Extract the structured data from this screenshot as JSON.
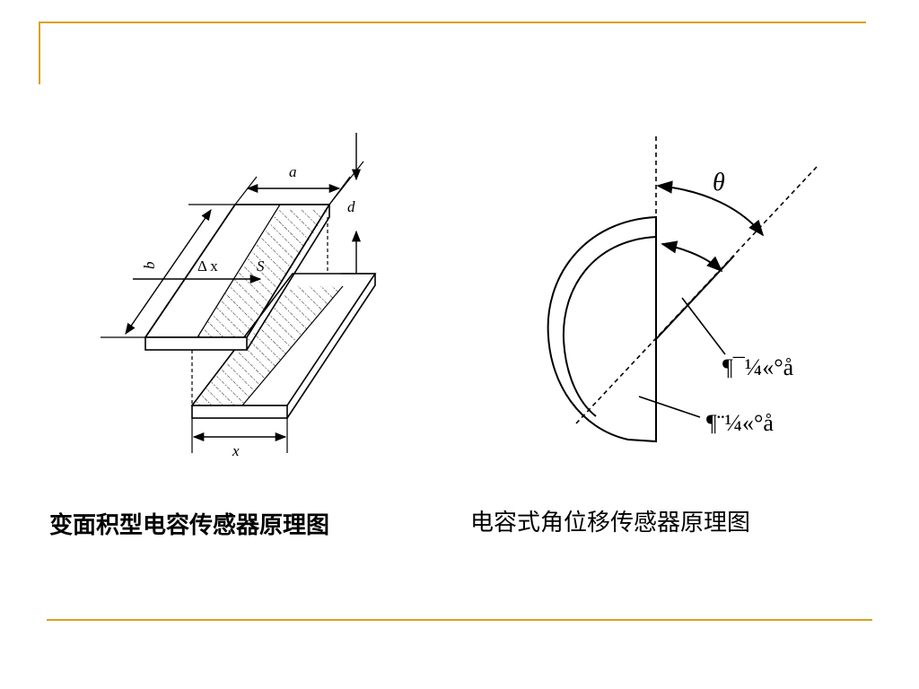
{
  "left_diagram": {
    "labels": {
      "a": "a",
      "b": "b",
      "d": "d",
      "dx": "Δ x",
      "s": "S",
      "x": "x"
    },
    "caption": "变面积型电容传感器原理图"
  },
  "right_diagram": {
    "labels": {
      "theta": "θ",
      "moving_plate": "¶¯¼«°å",
      "fixed_plate": "¶¨¼«°å"
    },
    "caption": "电容式角位移传感器原理图"
  },
  "colors": {
    "rule": "#d9a21b",
    "ink": "#000000"
  }
}
